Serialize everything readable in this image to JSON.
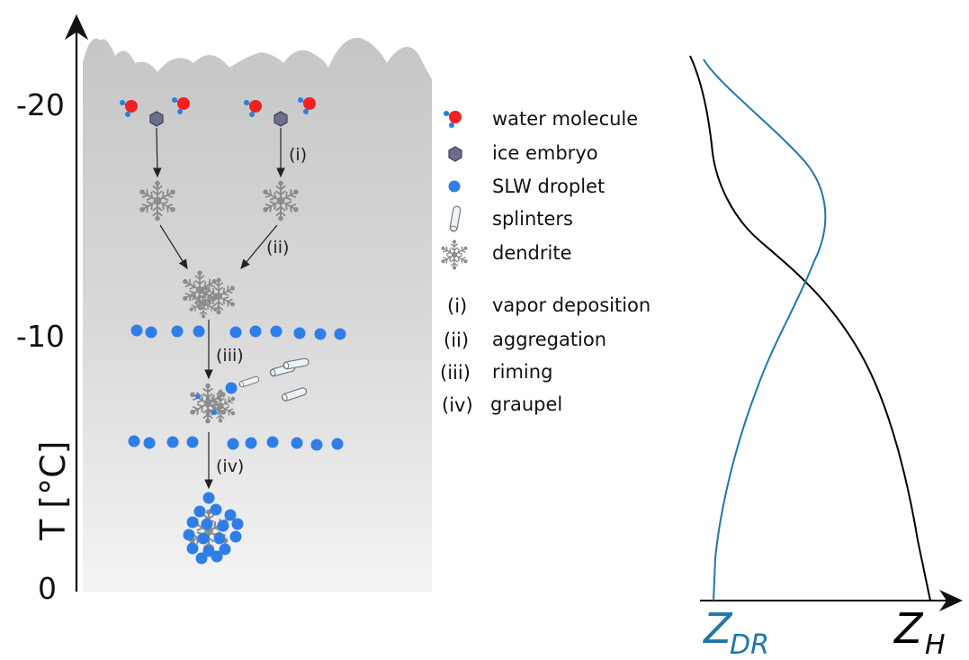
{
  "left_axis": {
    "title": "T [°C]",
    "ticks": [
      "-20",
      "-10",
      "0"
    ]
  },
  "process_steps": {
    "vapor_deposition": "(i)",
    "aggregation": "(ii)",
    "riming": "(iii)",
    "graupel": "(iv)"
  },
  "legend": {
    "symbols": [
      {
        "icon": "water-molecule-icon",
        "label": "water molecule"
      },
      {
        "icon": "ice-embryo-icon",
        "label": "ice embryo"
      },
      {
        "icon": "slw-droplet-icon",
        "label": "SLW droplet"
      },
      {
        "icon": "splinter-icon",
        "label": "splinters"
      },
      {
        "icon": "dendrite-icon",
        "label": "dendrite"
      }
    ],
    "processes": [
      {
        "code": "(i)",
        "label": "vapor deposition"
      },
      {
        "code": "(ii)",
        "label": "aggregation"
      },
      {
        "code": "(iii)",
        "label": "riming"
      },
      {
        "code": "(iv)",
        "label": "graupel"
      }
    ]
  },
  "profile_panel": {
    "zdr_label": "Z",
    "zdr_sub": "DR",
    "zh_label": "Z",
    "zh_sub": "H"
  },
  "colors": {
    "cloud_top": "#c8c8c8",
    "cloud_bottom": "#f3f3f3",
    "oxygen": "#ee2222",
    "hydrogen": "#2a7fe0",
    "droplet": "#2f7ee8",
    "embryo": "#6a6f8a",
    "zdr_curve": "#1f77a8",
    "zh_curve": "#000000"
  }
}
